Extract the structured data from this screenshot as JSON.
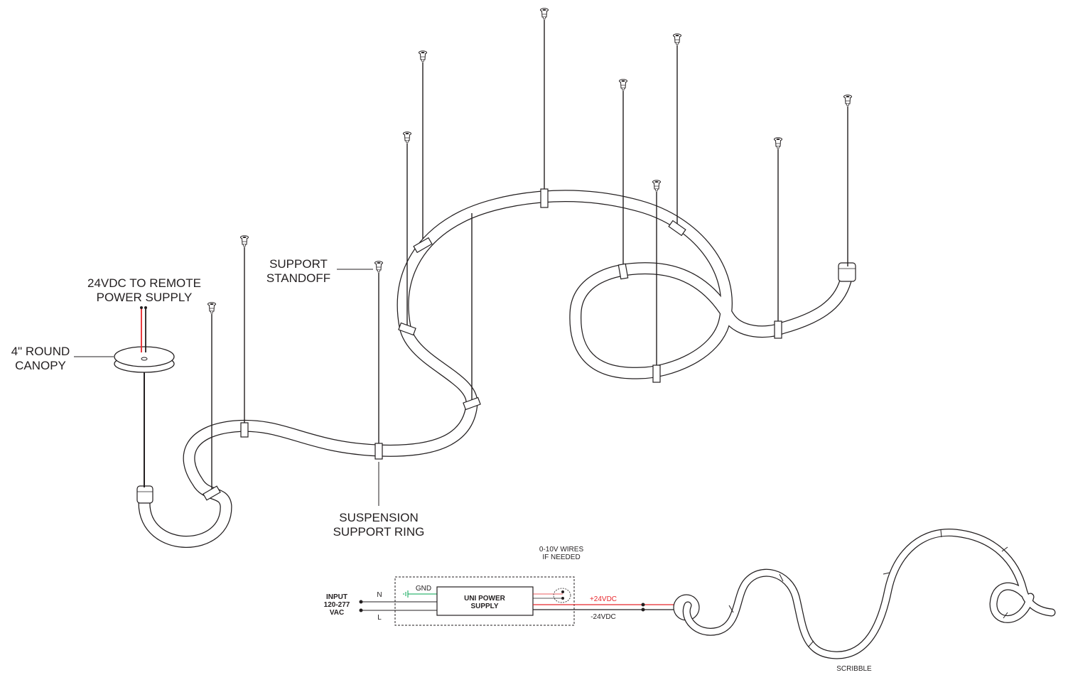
{
  "labels": {
    "remote_supply_l1": "24VDC TO REMOTE",
    "remote_supply_l2": "POWER SUPPLY",
    "canopy_l1": "4\" ROUND",
    "canopy_l2": "CANOPY",
    "standoff_l1": "SUPPORT",
    "standoff_l2": "STANDOFF",
    "ring_l1": "SUSPENSION",
    "ring_l2": "SUPPORT RING"
  },
  "wiring": {
    "input_l1": "INPUT",
    "input_l2": "120-277",
    "input_l3": "VAC",
    "neutral": "N",
    "line": "L",
    "ground": "GND",
    "psu_l1": "UNI POWER",
    "psu_l2": "SUPPLY",
    "dim_l1": "0-10V WIRES",
    "dim_l2": "IF NEEDED",
    "pos_out": "+24VDC",
    "neg_out": "-24VDC"
  },
  "fixture_name": "SCRIBBLE",
  "colors": {
    "line": "#231f20",
    "positive": "#e8262b",
    "ground": "#00a651"
  }
}
